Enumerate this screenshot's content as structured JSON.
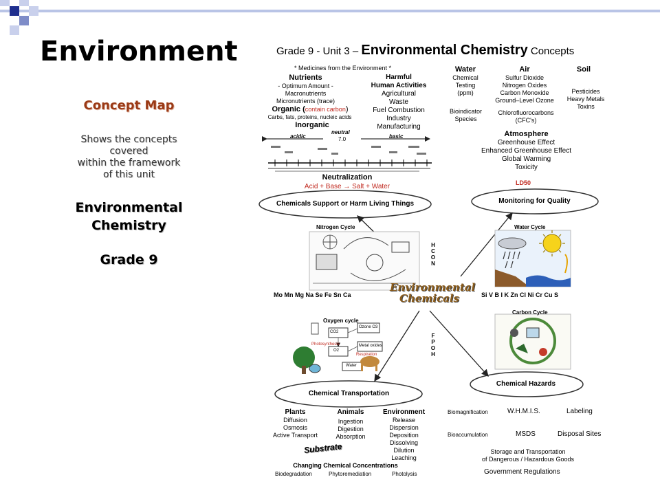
{
  "slide": {
    "title": "Environment",
    "concept_map_title": "Concept Map",
    "description_lines": [
      "Shows the concepts",
      "covered",
      "within the framework",
      "of this unit"
    ],
    "unit_lines": [
      "Environmental",
      "Chemistry"
    ],
    "grade": "Grade 9"
  },
  "map": {
    "header_prefix": "Grade 9 - Unit 3 –",
    "header_main": "Environmental Chemistry",
    "header_suffix": "Concepts",
    "medicines": "* Medicines from the Environment *",
    "nutrients": {
      "title": "Nutrients",
      "lines": [
        "- Optimum Amount -",
        "Macronutrients",
        "Micronutrients (trace)"
      ]
    },
    "harmful": {
      "title": "Harmful",
      "lines": [
        "Human Activities",
        "Agricultural",
        "Waste",
        "Fuel Combustion",
        "Industry",
        "Manufacturing"
      ]
    },
    "organic_title": "Organic (",
    "organic_red": "contain carbon",
    "organic_close": ")",
    "organic_sub": "Carbs, fats, proteins, nucleic acids",
    "inorganic": "Inorganic",
    "ph_acidic": "acidic",
    "ph_neutral": "neutral",
    "ph_basic": "basic",
    "ph_seven": "7.0",
    "neutralization": "Neutralization",
    "neutralization_eq": "Acid + Base → Salt + Water",
    "water": {
      "title": "Water",
      "lines": [
        "Chemical",
        "Testing",
        "(ppm)"
      ]
    },
    "air": {
      "title": "Air",
      "lines": [
        "Sulfur Dioxide",
        "Nitrogen Oxides",
        "Carbon Monoxide",
        "Ground–Level Ozone"
      ]
    },
    "soil": {
      "title": "Soil",
      "lines": [
        "Pesticides",
        "Heavy Metals",
        "Toxins"
      ]
    },
    "bioindicator": [
      "Bioindicator",
      "Species"
    ],
    "cfc": [
      "Chlorofluorocarbons",
      "(CFC's)"
    ],
    "atmosphere": {
      "title": "Atmosphere",
      "lines": [
        "Greenhouse Effect",
        "Enhanced Greenhouse Effect",
        "Global Warming",
        "Toxicity"
      ]
    },
    "ld50": "LD50",
    "ellipse_support": "Chemicals Support or Harm Living Things",
    "ellipse_monitor": "Monitoring for Quality",
    "ellipse_transport": "Chemical Transportation",
    "ellipse_hazards": "Chemical Hazards",
    "nitrogen_cycle": "Nitrogen Cycle",
    "water_cycle": "Water Cycle",
    "carbon_cycle": "Carbon Cycle",
    "oxygen_cycle": "Oxygen cycle",
    "hcon": [
      "H",
      "C",
      "O",
      "N"
    ],
    "fpoh": [
      "F",
      "P",
      "O",
      "H"
    ],
    "center": [
      "Environmental",
      "Chemicals"
    ],
    "elements_left": "Mo  Mn  Mg  Na  Se  Fe  Sn  Ca",
    "elements_right": "Si  V  B  I  K  Zn  Cl  Ni  Cr  Cu  S",
    "plants": {
      "title": "Plants",
      "lines": [
        "Diffusion",
        "Osmosis",
        "Active Transport"
      ]
    },
    "animals": {
      "title": "Animals",
      "lines": [
        "Ingestion",
        "Digestion",
        "Absorption"
      ]
    },
    "environment": {
      "title": "Environment",
      "lines": [
        "Release",
        "Dispersion",
        "Deposition",
        "Dissolving",
        "Dilution",
        "Leaching"
      ]
    },
    "substrate": "Substrate",
    "changing": "Changing Chemical Concentrations",
    "changing_items": [
      "Biodegradation",
      "Phytoremediation",
      "Photolysis"
    ],
    "hazards": {
      "biomagnification": "Biomagnification",
      "whmis": "W.H.M.I.S.",
      "labeling": "Labeling",
      "bioaccumulation": "Bioaccumulation",
      "msds": "MSDS",
      "disposal": "Disposal Sites",
      "storage": [
        "Storage and Transportation",
        "of Dangerous / Hazardous Goods"
      ],
      "government": "Government Regulations"
    },
    "oxygen_labels": {
      "co2": "CO2",
      "o2": "O2",
      "ozone": "Ozone  O3",
      "metal": "Metal oxides",
      "water": "Water",
      "photo": "Photosynthesis",
      "resp": "Respiration"
    }
  },
  "colors": {
    "accent_brown": "#9a3a16",
    "red": "#c0281e",
    "deco_blue": "#1f2f8f"
  }
}
